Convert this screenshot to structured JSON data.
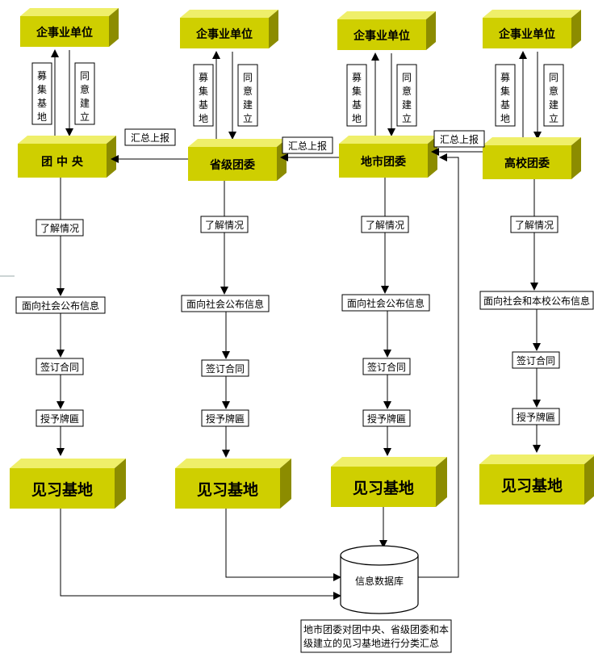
{
  "colors": {
    "box_front": "#cfcf00",
    "box_top": "#efef6a",
    "box_side": "#8c8c00",
    "line": "#000000"
  },
  "units": {
    "enterprise": "企事业单位",
    "recruit": "募集基地",
    "agree": "同意建立"
  },
  "orgs": {
    "central": "团 中 央",
    "province": "省级团委",
    "city": "地市团委",
    "college": "高校团委"
  },
  "flows": {
    "report": "汇总上报",
    "understand": "了解情况",
    "publish": "面向社会公布信息",
    "publish_college": "面向社会和本校公布信息",
    "contract": "签订合同",
    "plaque": "授予牌匾",
    "base": "见习基地"
  },
  "database": {
    "label": "信息数据库",
    "note_line1": "地市团委对团中央、省级团委和本",
    "note_line2": "级建立的见习基地进行分类汇总"
  }
}
